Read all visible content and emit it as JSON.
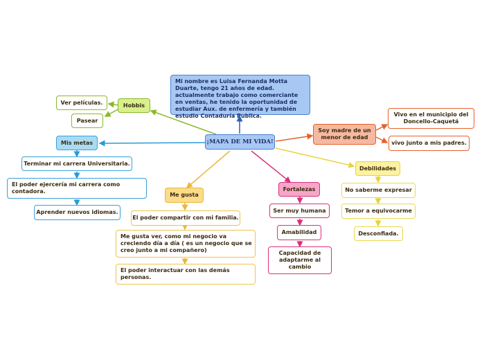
{
  "colors": {
    "root": "#4a7fcf",
    "green": "#8ab82a",
    "blue": "#3aa0d8",
    "yellow": "#e8b83a",
    "pink": "#d8307a",
    "orange": "#e8602a",
    "lightyellow": "#e8d43a"
  },
  "root": {
    "label": "¡MAPA DE MI VIDA!"
  },
  "intro": {
    "text": "Mi nombre es Luisa Fernanda Motta Duarte, tengo 21 años de edad. actualmente trabajo como comerciante en ventas, he tenido la oportunidad de estudiar Aux. de enfermería y también estudio Contaduría Publica."
  },
  "hobbies": {
    "label": "Hobbis",
    "items": [
      "Ver películas.",
      "Pasear"
    ]
  },
  "metas": {
    "label": "Mis metas",
    "items": [
      "Terminar mi carrera Universitaria.",
      "El poder ejercería mi carrera como contadora.",
      "Aprender nuevos idiomas."
    ]
  },
  "gusta": {
    "label": "Me gusta",
    "items": [
      "El poder compartir con mi familia.",
      "Me gusta ver, como mi negocio va creciendo día a día ( es un negocio que se creo junto a mi compañero)",
      "El poder interactuar con las demás personas."
    ]
  },
  "fortalezas": {
    "label": "Fortalezas",
    "items": [
      "Ser muy humana",
      "Amabilidad",
      "Capacidad de adaptarme al cambio"
    ]
  },
  "debilidades": {
    "label": "Debilidades",
    "items": [
      "No saberme expresar",
      "Temor a equivocarme",
      "Desconfiada."
    ]
  },
  "madre": {
    "label": "Soy madre de un menor de edad",
    "items": [
      "Vivo en el municipio del Doncello-Caquetá",
      "vivo junto a mis padres."
    ]
  }
}
